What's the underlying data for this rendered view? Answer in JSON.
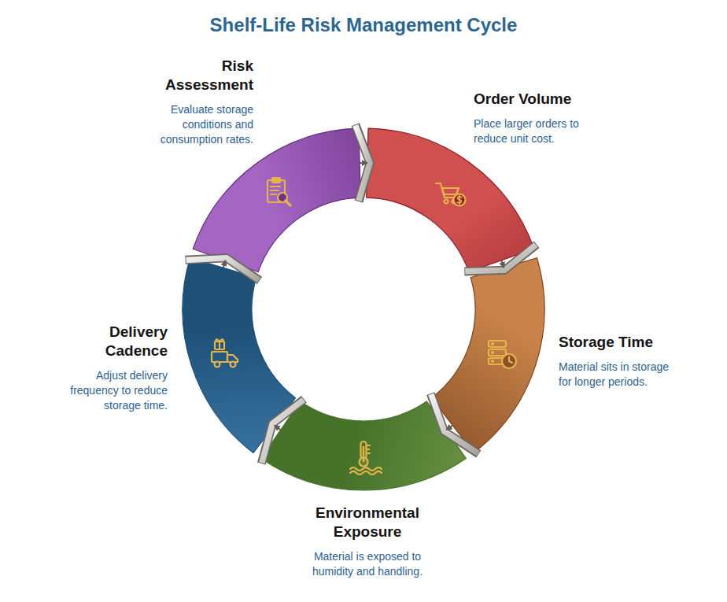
{
  "diagram": {
    "title": "Shelf-Life Risk Management Cycle",
    "nodes": [
      {
        "text": [
          "Risk Assessment",
          "Evaluate storage conditions and consumption rates."
        ]
      },
      {
        "text": [
          "Order Volume",
          "Place larger orders to reduce unit cost."
        ]
      },
      {
        "text": [
          "Storage Time",
          "Material sits in storage for longer periods."
        ]
      },
      {
        "text": [
          "Environmental Exposure",
          "Material is exposed to humidity and handling."
        ]
      },
      {
        "text": [
          "Delivery Cadence",
          "Adjust delivery frequency to reduce storage time."
        ]
      }
    ],
    "edges": [
      {
        "from": 0,
        "to": 1,
        "arrow": "to"
      },
      {
        "from": 1,
        "to": 2,
        "arrow": "to"
      },
      {
        "from": 2,
        "to": 3,
        "arrow": "to"
      },
      {
        "from": 3,
        "to": 4,
        "arrow": "to"
      },
      {
        "from": 4,
        "to": 0,
        "arrow": "to"
      }
    ]
  }
}
